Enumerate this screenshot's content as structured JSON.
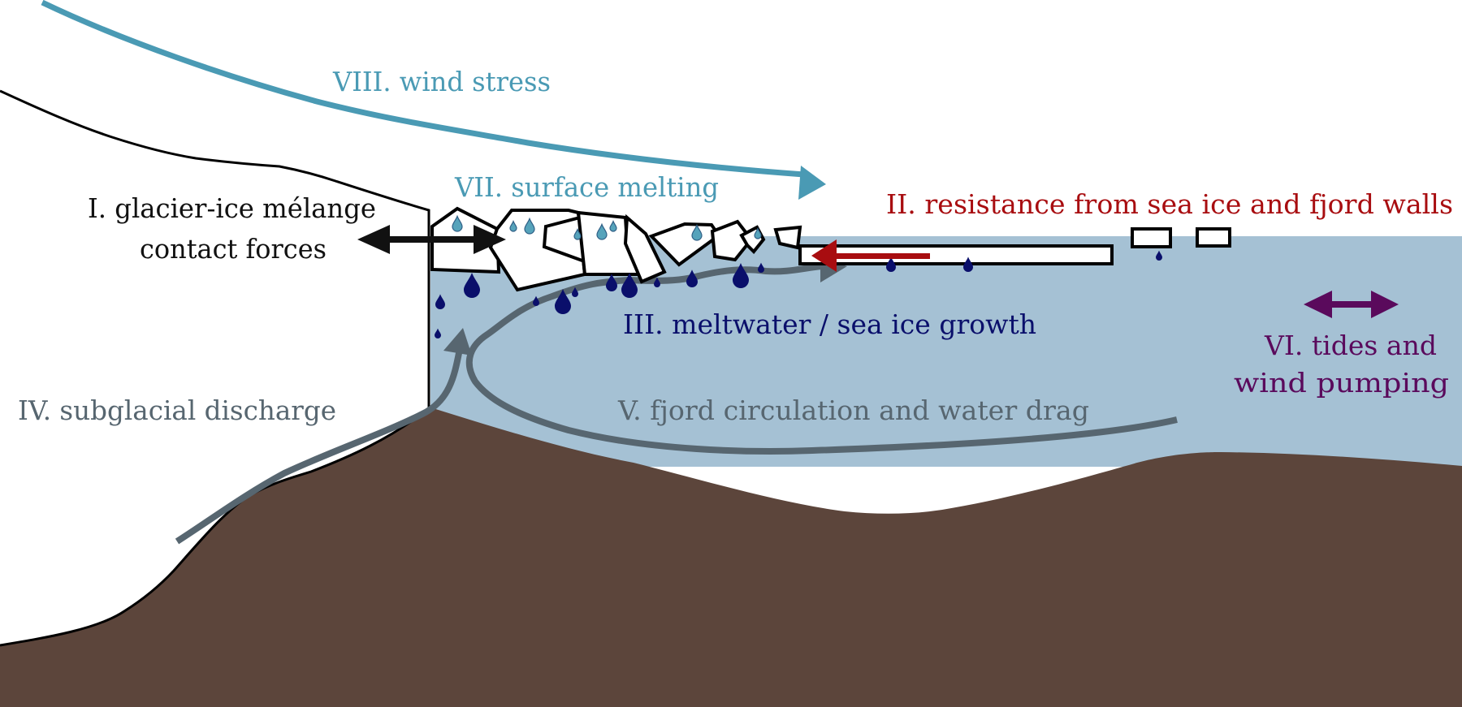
{
  "diagram": {
    "subject": "Glacier ice mélange force balance schematic",
    "colors": {
      "background": "#ffffff",
      "water": "#a5c1d4",
      "bedrock": "#5c453b",
      "outline": "#000000",
      "wind": "#4a9ab4",
      "surface_melt_drop": "#56a3bb",
      "meltwater_drop": "#0a0f6b",
      "resistance": "#a80d10",
      "circulation": "#576670",
      "tides": "#5a0a5c",
      "contact": "#111111"
    },
    "labels": {
      "contact_forces": {
        "line1": "I. glacier-ice mélange",
        "line2": "contact forces"
      },
      "resistance": "II. resistance from sea ice and fjord walls",
      "meltwater": "III. meltwater / sea ice growth",
      "subglacial": "IV. subglacial discharge",
      "circulation": "V. fjord circulation and water drag",
      "tides": {
        "line1": "VI. tides and",
        "line2": "wind pumping"
      },
      "surface_melting": "VII. surface melting",
      "wind_stress": "VIII. wind stress"
    },
    "arrows": [
      {
        "id": "contact",
        "direction": "bidirectional-horizontal"
      },
      {
        "id": "resistance",
        "direction": "left"
      },
      {
        "id": "surface-flow",
        "direction": "right"
      },
      {
        "id": "subglacial",
        "direction": "up"
      },
      {
        "id": "tides",
        "direction": "bidirectional-horizontal"
      },
      {
        "id": "wind",
        "direction": "right"
      }
    ]
  }
}
